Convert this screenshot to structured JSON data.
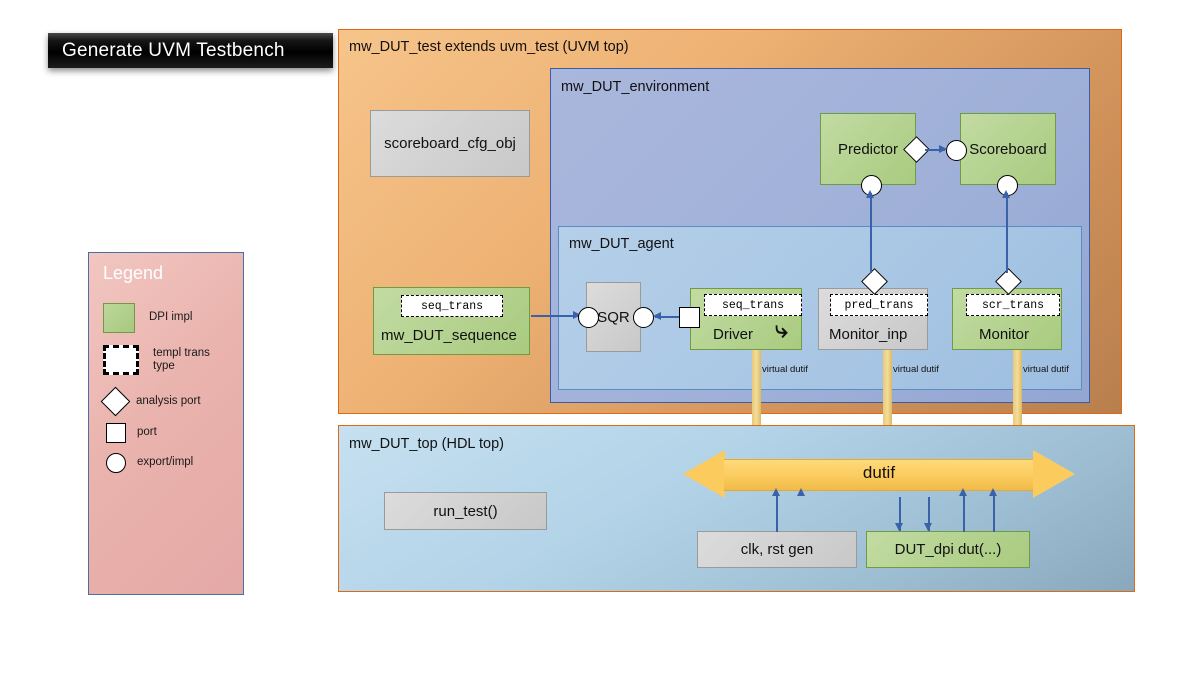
{
  "banner": {
    "title": "Generate UVM Testbench"
  },
  "legend": {
    "title": "Legend",
    "items": [
      {
        "glyph": "green-swatch",
        "label": "DPI impl"
      },
      {
        "glyph": "dashed-swatch",
        "label": "templ trans type"
      },
      {
        "glyph": "diamond",
        "label": "analysis port"
      },
      {
        "glyph": "square",
        "label": "port"
      },
      {
        "glyph": "circle",
        "label": "export/impl"
      }
    ],
    "bg_color": "#eab3ad",
    "border_color": "#4a6fa5"
  },
  "uvm_top": {
    "title": "mw_DUT_test extends uvm_test (UVM top)",
    "bg_color": "#eeb274",
    "border_color": "#e06a12",
    "scoreboard_cfg": {
      "label": "scoreboard_cfg_obj",
      "kind": "gray"
    },
    "sequence": {
      "label": "mw_DUT_sequence",
      "trans": "seq_trans",
      "kind": "green"
    }
  },
  "environment": {
    "title": "mw_DUT_environment",
    "bg_color": "#9fb0d8",
    "border_color": "#3b5ca8",
    "predictor": {
      "label": "Predictor",
      "kind": "green"
    },
    "scoreboard": {
      "label": "Scoreboard",
      "kind": "green"
    }
  },
  "agent": {
    "title": "mw_DUT_agent",
    "bg_color": "#a8c6e4",
    "border_color": "#5b8cc4",
    "sqr": {
      "label": "SQR",
      "kind": "gray"
    },
    "driver": {
      "label": "Driver",
      "trans": "seq_trans",
      "kind": "green",
      "glyph": "curved-arrow"
    },
    "monitor_inp": {
      "label": "Monitor_inp",
      "trans": "pred_trans",
      "kind": "gray"
    },
    "monitor": {
      "label": "Monitor",
      "trans": "scr_trans",
      "kind": "green"
    },
    "virtual_dutif_labels": [
      "virtual dutif",
      "virtual dutif",
      "virtual dutif"
    ]
  },
  "hdl_top": {
    "title": "mw_DUT_top  (HDL top)",
    "bg_color": "#b3d3e8",
    "border_color": "#e06a12",
    "run_test": {
      "label": "run_test()",
      "kind": "gray"
    },
    "clk_rst": {
      "label": "clk, rst gen",
      "kind": "gray"
    },
    "dut_dpi": {
      "label": "DUT_dpi dut(...)",
      "kind": "green"
    },
    "dutif_bus": {
      "label": "dutif",
      "color": "#fbcb5e"
    }
  }
}
